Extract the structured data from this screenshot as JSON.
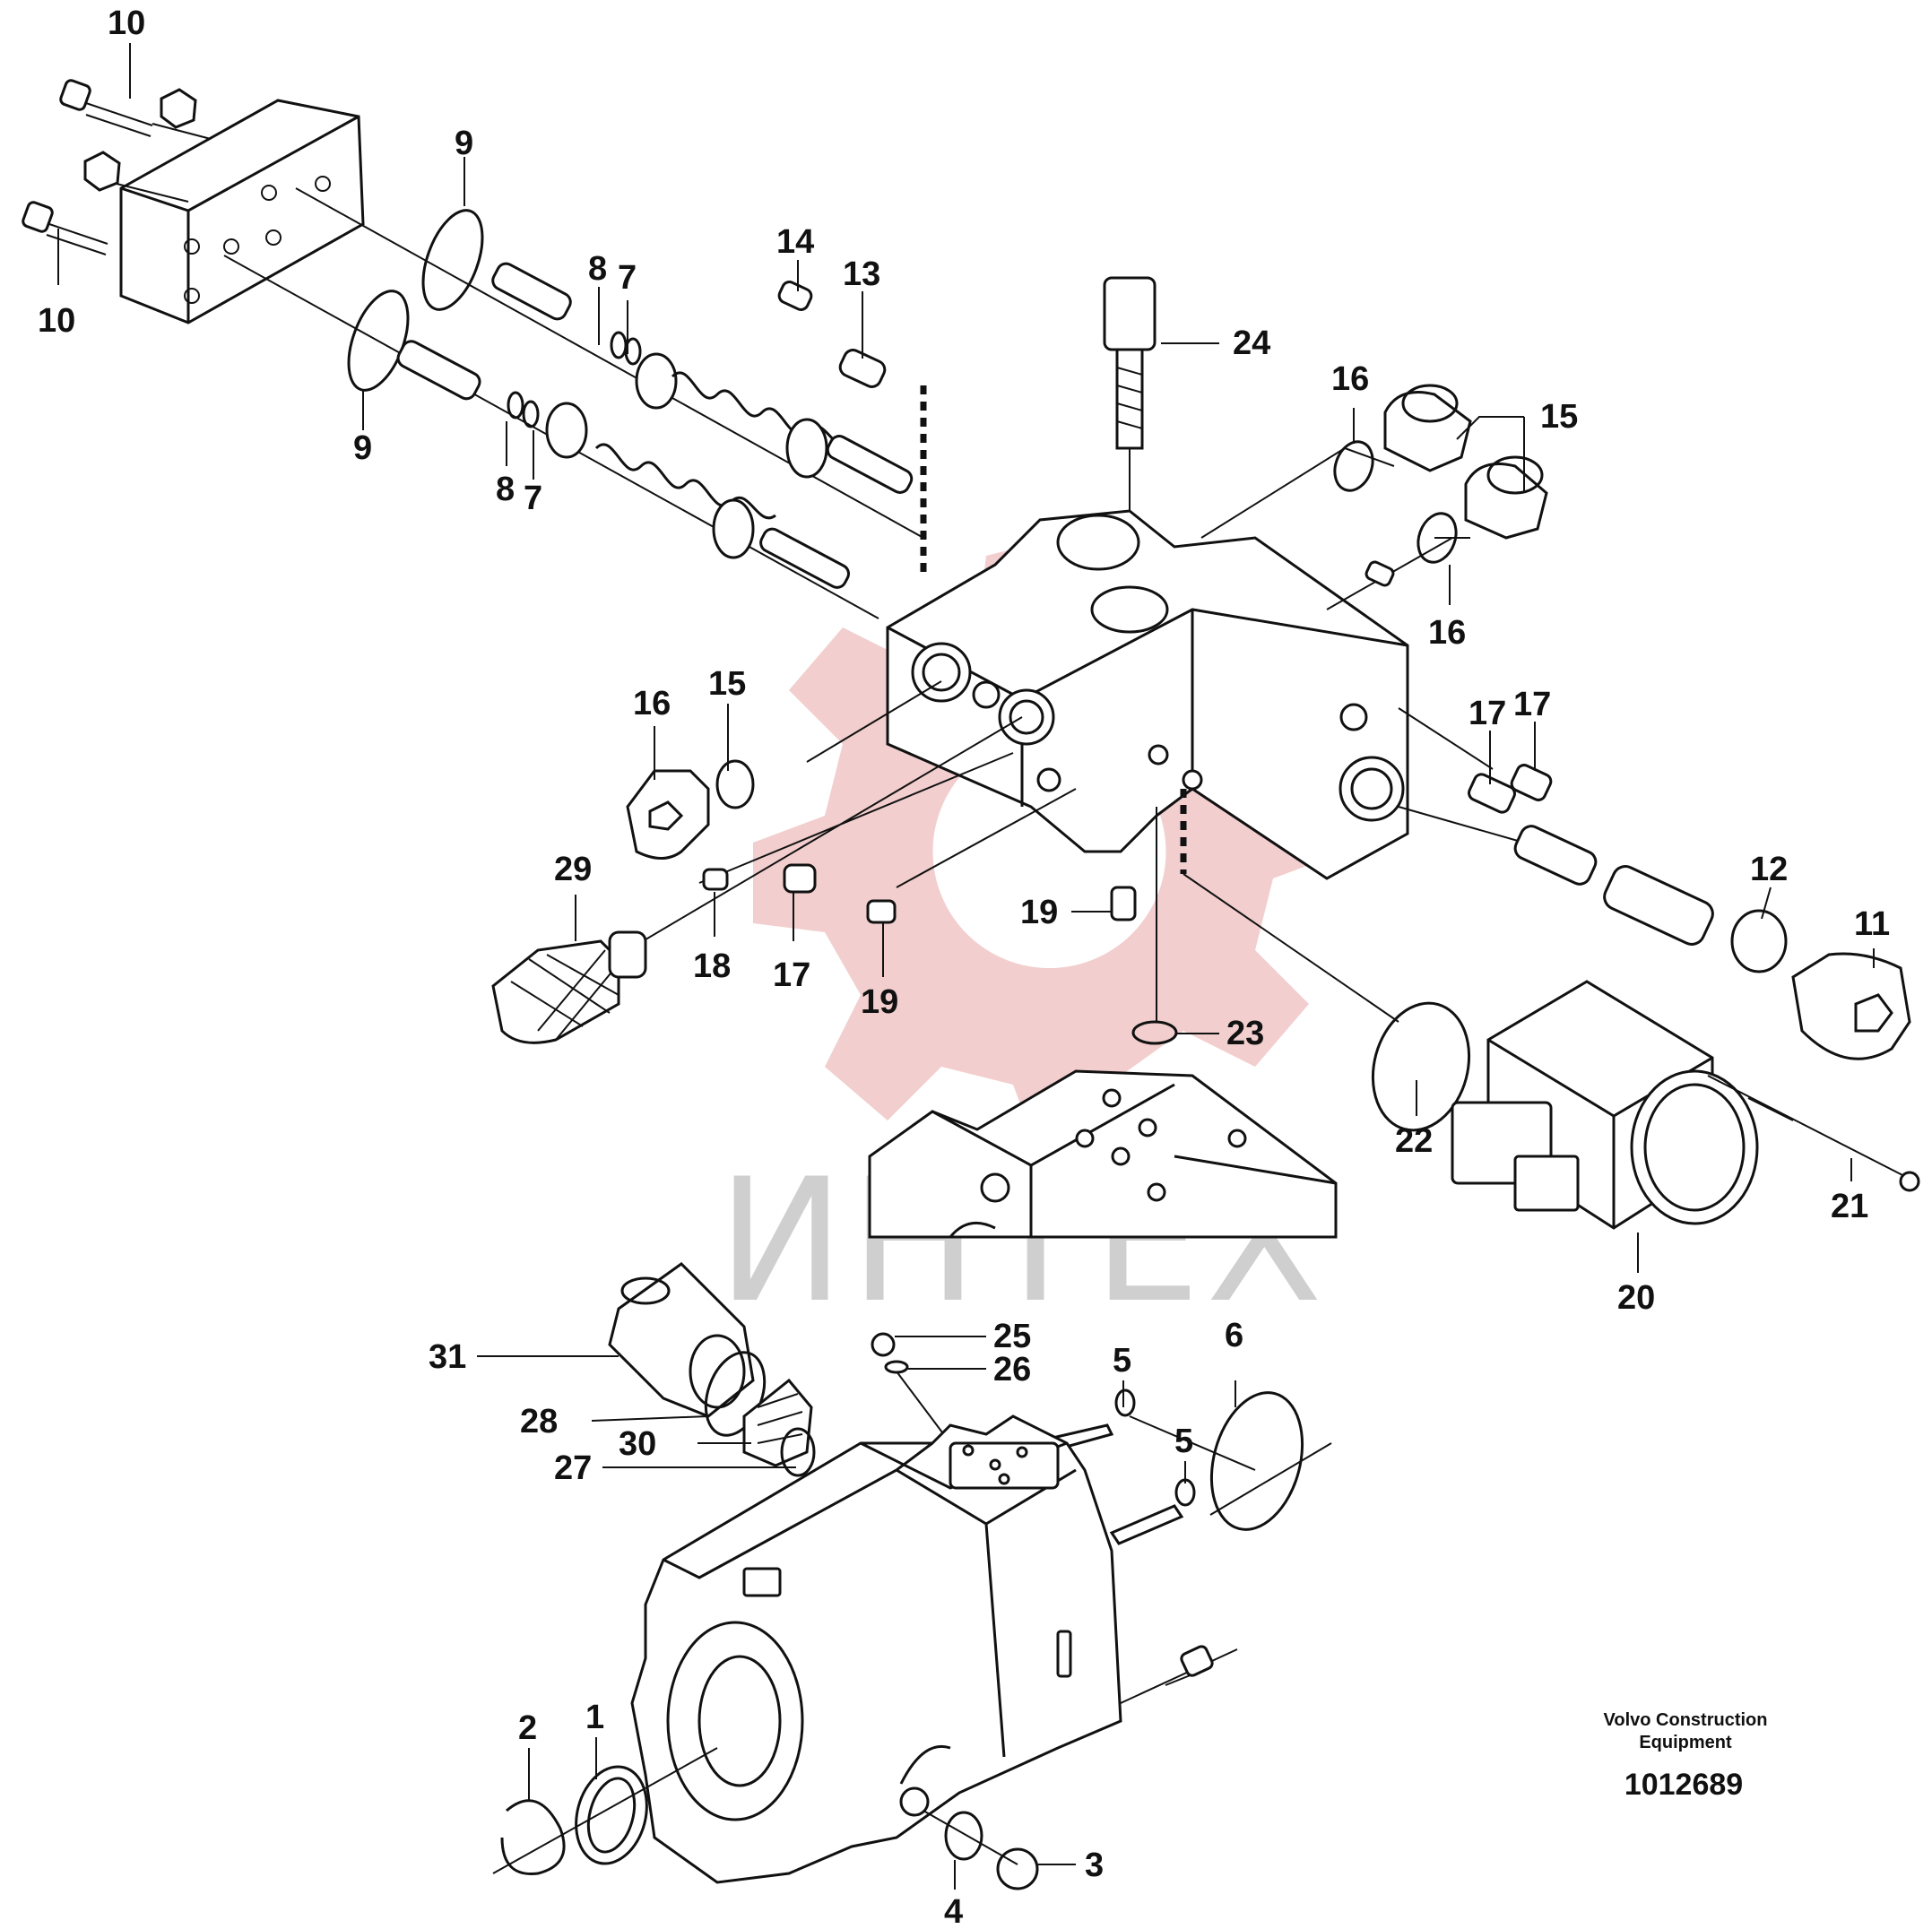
{
  "diagram": {
    "callouts": [
      {
        "id": "c10a",
        "text": "10"
      },
      {
        "id": "c10b",
        "text": "10"
      },
      {
        "id": "c9a",
        "text": "9"
      },
      {
        "id": "c9b",
        "text": "9"
      },
      {
        "id": "c8a",
        "text": "8"
      },
      {
        "id": "c7a",
        "text": "7"
      },
      {
        "id": "c8b",
        "text": "8"
      },
      {
        "id": "c7b",
        "text": "7"
      },
      {
        "id": "c14",
        "text": "14"
      },
      {
        "id": "c13",
        "text": "13"
      },
      {
        "id": "c24",
        "text": "24"
      },
      {
        "id": "c16a",
        "text": "16"
      },
      {
        "id": "c15a",
        "text": "15"
      },
      {
        "id": "c16b",
        "text": "16"
      },
      {
        "id": "c15b",
        "text": "15"
      },
      {
        "id": "c16c",
        "text": "16"
      },
      {
        "id": "c17a",
        "text": "17"
      },
      {
        "id": "c17b",
        "text": "17"
      },
      {
        "id": "c29",
        "text": "29"
      },
      {
        "id": "c18",
        "text": "18"
      },
      {
        "id": "c17c",
        "text": "17"
      },
      {
        "id": "c19a",
        "text": "19"
      },
      {
        "id": "c19b",
        "text": "19"
      },
      {
        "id": "c12",
        "text": "12"
      },
      {
        "id": "c11",
        "text": "11"
      },
      {
        "id": "c23",
        "text": "23"
      },
      {
        "id": "c22",
        "text": "22"
      },
      {
        "id": "c21",
        "text": "21"
      },
      {
        "id": "c20",
        "text": "20"
      },
      {
        "id": "c31",
        "text": "31"
      },
      {
        "id": "c25",
        "text": "25"
      },
      {
        "id": "c26",
        "text": "26"
      },
      {
        "id": "c5a",
        "text": "5"
      },
      {
        "id": "c6",
        "text": "6"
      },
      {
        "id": "c5b",
        "text": "5"
      },
      {
        "id": "c28",
        "text": "28"
      },
      {
        "id": "c30",
        "text": "30"
      },
      {
        "id": "c27",
        "text": "27"
      },
      {
        "id": "c2",
        "text": "2"
      },
      {
        "id": "c1",
        "text": "1"
      },
      {
        "id": "c3",
        "text": "3"
      },
      {
        "id": "c4",
        "text": "4"
      }
    ],
    "brand_line1": "Volvo Construction",
    "brand_line2": "Equipment",
    "document_id": "1012689",
    "watermark_text": "ИНТЕХ"
  },
  "colors": {
    "watermark_logo": "#e8a6a6",
    "watermark_text": "#cfcfcf",
    "line": "#111111"
  }
}
